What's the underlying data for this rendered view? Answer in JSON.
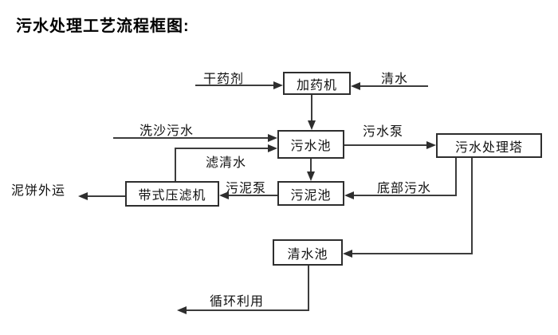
{
  "title": "污水处理工艺流程框图:",
  "diagram": {
    "type": "flowchart",
    "nodes": {
      "dosing_machine": "加药机",
      "sewage_pool": "污水池",
      "treatment_tower": "污水处理塔",
      "sludge_pool": "污泥池",
      "belt_filter_press": "带式压滤机",
      "clean_water_pool": "清水池"
    },
    "edge_labels": {
      "dry_chemical": "干药剂",
      "clean_water": "清水",
      "sand_washing_sewage": "洗沙污水",
      "sewage_pump": "污水泵",
      "filtered_water": "滤清水",
      "sludge_pump": "污泥泵",
      "bottom_sewage": "底部污水",
      "mud_cake_out": "泥饼外运",
      "recycle": "循环利用"
    },
    "edges": [
      {
        "from": "dry_chemical_input",
        "to": "dosing_machine",
        "label": "干药剂"
      },
      {
        "from": "clean_water_input",
        "to": "dosing_machine",
        "label": "清水"
      },
      {
        "from": "dosing_machine",
        "to": "sewage_pool",
        "label": ""
      },
      {
        "from": "sand_washing_sewage_input",
        "to": "sewage_pool",
        "label": "洗沙污水"
      },
      {
        "from": "belt_filter_press",
        "to": "sewage_pool",
        "label": "滤清水"
      },
      {
        "from": "sewage_pool",
        "to": "treatment_tower",
        "label": "污水泵"
      },
      {
        "from": "sewage_pool",
        "to": "sludge_pool",
        "label": ""
      },
      {
        "from": "treatment_tower",
        "to": "sludge_pool",
        "label": "底部污水"
      },
      {
        "from": "sludge_pool",
        "to": "belt_filter_press",
        "label": "污泥泵"
      },
      {
        "from": "belt_filter_press",
        "to": "mud_cake_out",
        "label": "泥饼外运"
      },
      {
        "from": "treatment_tower",
        "to": "clean_water_pool",
        "label": ""
      },
      {
        "from": "clean_water_pool",
        "to": "recycle_out",
        "label": "循环利用"
      }
    ],
    "colors": {
      "background": "#ffffff",
      "line": "#3c3c3c",
      "box_border": "#2e2e2e",
      "text": "#111111"
    }
  }
}
